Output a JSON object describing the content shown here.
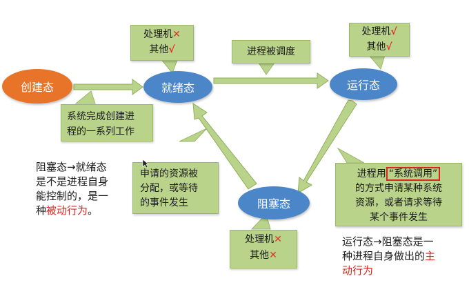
{
  "colors": {
    "state_blue": "#4b86c8",
    "state_orange": "#e8742a",
    "note_green": "#b9d38a",
    "arrow_green": "#b9d38a",
    "accent_red": "#d9251d"
  },
  "states": {
    "create": "创建态",
    "ready": "就绪态",
    "running": "运行态",
    "blocked": "阻塞态"
  },
  "notes": {
    "ready_check": {
      "line1": "处理机",
      "mark1": "✕",
      "line2": "其他",
      "mark2": "√"
    },
    "running_check": {
      "line1": "处理机",
      "mark1": "√",
      "line2": "其他",
      "mark2": "√"
    },
    "blocked_check": {
      "line1": "处理机",
      "mark1": "✕",
      "line2": "其他",
      "mark2": "✕"
    },
    "schedule": "进程被调度",
    "create_done": {
      "line1": "系统完成创建进",
      "line2": "程的一系列工作"
    },
    "resource_alloc": {
      "line1": "申请的资源被",
      "line2": "分配，或等待",
      "line3": "的事件发生"
    },
    "syscall": {
      "pre": "进程用",
      "highlight": "“系统调用”",
      "line2": "的方式申请某种系统",
      "line3": "资源，或者请求等待",
      "line4": "某个事件发生"
    }
  },
  "remarks": {
    "left": {
      "line1": "阻塞态→就绪态",
      "line2": "是不是进程自身",
      "line3": "能控制的，是一",
      "line4_pre": "种",
      "line4_red": "被动行为",
      "line4_post": "。"
    },
    "right": {
      "line1": "运行态→阻塞态是一",
      "line2_pre": "种进程自身做出的",
      "line2_red": "主",
      "line3_red": "动行为"
    }
  }
}
